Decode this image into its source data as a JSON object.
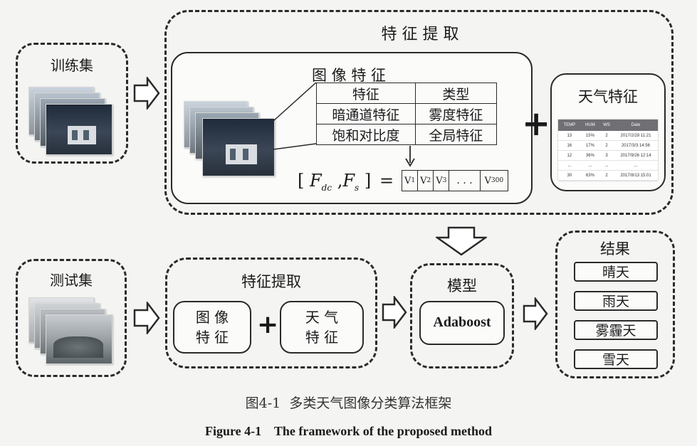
{
  "feature_extraction": {
    "title": "特 征 提 取"
  },
  "train_set": {
    "label": "训练集"
  },
  "test_set": {
    "label": "测试集"
  },
  "image_features": {
    "title": "图 像 特 征",
    "table": {
      "headers": [
        "特征",
        "类型"
      ],
      "rows": [
        [
          "暗通道特征",
          "雾度特征"
        ],
        [
          "饱和对比度",
          "全局特征"
        ]
      ]
    },
    "vector": {
      "lhs_open": "[",
      "lhs_f1": "F",
      "lhs_f1_sub": "dc",
      "lhs_comma": ",",
      "lhs_f2": "F",
      "lhs_f2_sub": "s",
      "lhs_close": "]",
      "equals": "=",
      "cells": [
        {
          "main": "V",
          "sub": "1"
        },
        {
          "main": "V",
          "sub": "2"
        },
        {
          "main": "V",
          "sub": "3"
        },
        {
          "main": ". . .",
          "sub": ""
        },
        {
          "main": "V",
          "sub": "300"
        }
      ]
    }
  },
  "weather_features": {
    "title": "天气特征",
    "table": {
      "headers": [
        "TEMP",
        "HUM",
        "WS",
        "Date"
      ],
      "rows": [
        [
          "13",
          "15%",
          "2",
          "2017/2/28 11:21"
        ],
        [
          "16",
          "17%",
          "2",
          "2017/3/3 14:56"
        ],
        [
          "12",
          "36%",
          "3",
          "2017/9/26 12:14"
        ],
        [
          "...",
          "...",
          "...",
          "..."
        ],
        [
          "30",
          "63%",
          "2",
          "2017/8/13 15:01"
        ]
      ]
    }
  },
  "plus_sign": "+",
  "test_feature_extraction": {
    "title": "特征提取",
    "img_feat": "图 像\n特 征",
    "wx_feat": "天 气\n特 征"
  },
  "model": {
    "title": "模型",
    "name": "Adaboost"
  },
  "results": {
    "title": "结果",
    "items": [
      "晴天",
      "雨天",
      "雾霾天",
      "雪天"
    ]
  },
  "caption_cn": "图4-1  多类天气图像分类算法框架",
  "caption_en": "Figure 4-1    The framework of the proposed method",
  "colors": {
    "line": "#2a2a2a",
    "background": "#f4f4f2",
    "table_header": "#6f6f74"
  }
}
